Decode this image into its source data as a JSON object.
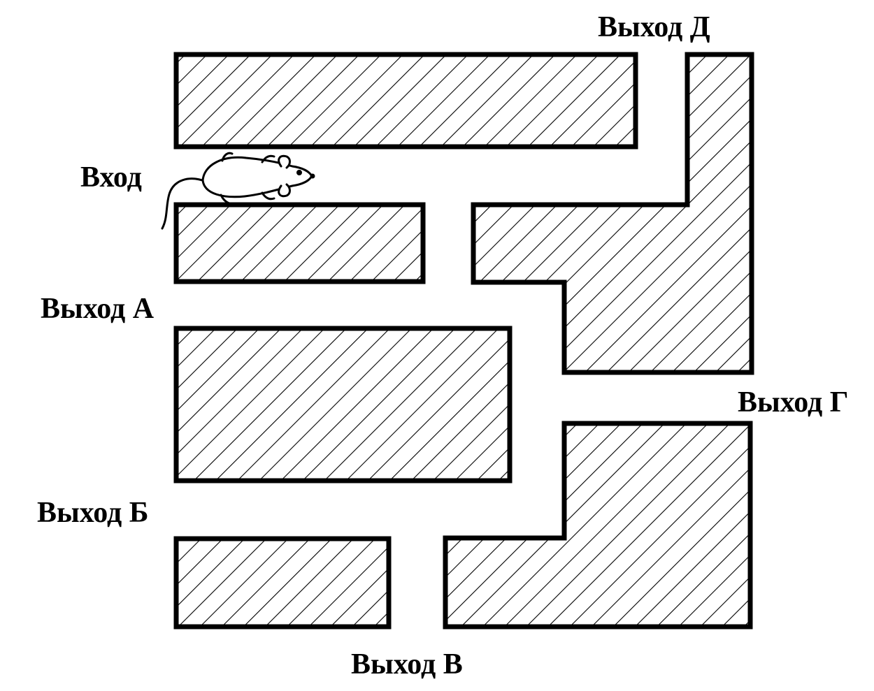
{
  "labels": {
    "exit_d": "Выход Д",
    "entrance": "Вход",
    "exit_a": "Выход А",
    "exit_g": "Выход Г",
    "exit_b": "Выход Б",
    "exit_v": "Выход В"
  },
  "colors": {
    "wall_stroke": "#000000",
    "hatch": "#000000",
    "background": "#ffffff"
  },
  "icons": {
    "entrance_animal": "mouse-icon"
  }
}
